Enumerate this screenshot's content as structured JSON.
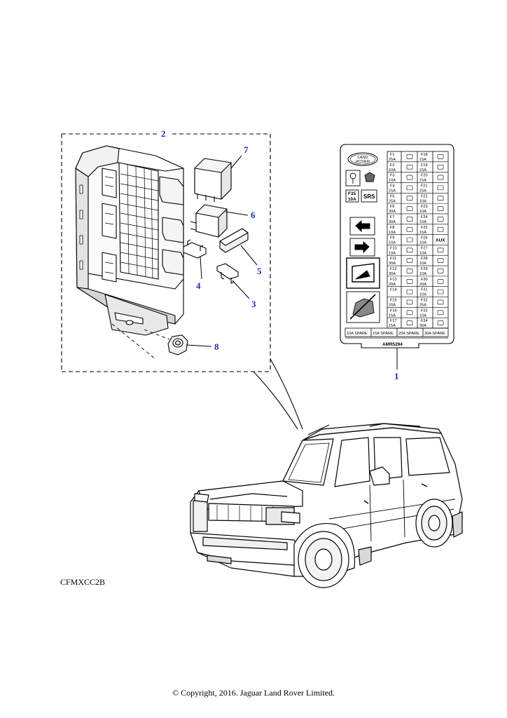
{
  "callouts": {
    "c1": "1",
    "c2": "2",
    "c3": "3",
    "c4": "4",
    "c5": "5",
    "c6": "6",
    "c7": "7",
    "c8": "8"
  },
  "callout_color": "#1a2fb0",
  "label_card": {
    "logo_line1": "LAND",
    "logo_line2": "ROVER",
    "f35_line1": "F35",
    "f35_line2": "10A",
    "srs": "SRS",
    "aux": "AUX",
    "part_number": "AMR5294",
    "fuses_left": [
      {
        "id": "F1",
        "amp": "25A"
      },
      {
        "id": "F2",
        "amp": "10A"
      },
      {
        "id": "F3",
        "amp": "10A"
      },
      {
        "id": "F4",
        "amp": "15A"
      },
      {
        "id": "F5",
        "amp": "25A"
      },
      {
        "id": "F6",
        "amp": "30A"
      },
      {
        "id": "F7",
        "amp": "30A"
      },
      {
        "id": "F8",
        "amp": "10A"
      },
      {
        "id": "F9",
        "amp": "10A"
      },
      {
        "id": "F10",
        "amp": "10A"
      },
      {
        "id": "F11",
        "amp": "30A"
      },
      {
        "id": "F12",
        "amp": "30A"
      },
      {
        "id": "F13",
        "amp": "20A"
      },
      {
        "id": "F14",
        "amp": ""
      },
      {
        "id": "F15",
        "amp": "20A"
      },
      {
        "id": "F16",
        "amp": "15A"
      },
      {
        "id": "F17",
        "amp": "15A"
      }
    ],
    "fuses_right": [
      {
        "id": "F18",
        "amp": "15A"
      },
      {
        "id": "F19",
        "amp": "15A"
      },
      {
        "id": "F20",
        "amp": "15A"
      },
      {
        "id": "F21",
        "amp": "15A"
      },
      {
        "id": "F22",
        "amp": "10A"
      },
      {
        "id": "F23",
        "amp": "10A"
      },
      {
        "id": "F24",
        "amp": "10A"
      },
      {
        "id": "F25",
        "amp": "15A"
      },
      {
        "id": "F26",
        "amp": "10A"
      },
      {
        "id": "F27",
        "amp": "10A"
      },
      {
        "id": "F28",
        "amp": "10A"
      },
      {
        "id": "F29",
        "amp": "10A"
      },
      {
        "id": "F30",
        "amp": "20A"
      },
      {
        "id": "F31",
        "amp": "10A"
      },
      {
        "id": "F32",
        "amp": "25A"
      },
      {
        "id": "F33",
        "amp": "10A"
      },
      {
        "id": "F34",
        "amp": "30A"
      }
    ],
    "spares": [
      "10A SPARE",
      "15A SPARE",
      "20A SPARE",
      "30A SPARE"
    ]
  },
  "reference_code": "CFMXCC2B",
  "copyright": "© Copyright, 2016. Jaguar Land Rover Limited."
}
